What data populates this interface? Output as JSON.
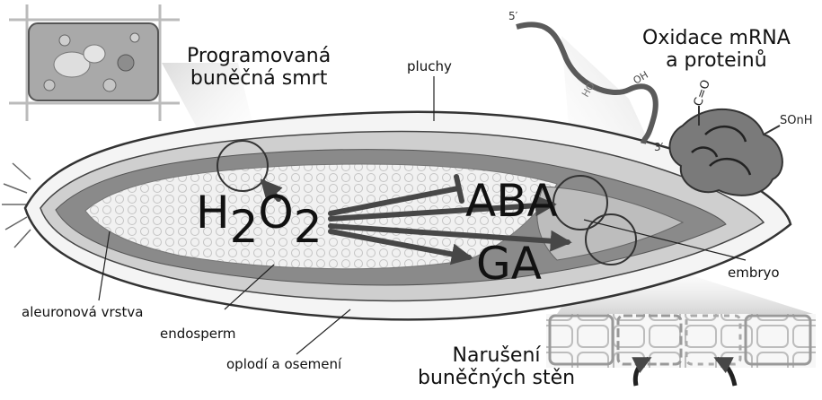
{
  "labels": {
    "programmed_death_line1": "Programovaná",
    "programmed_death_line2": "buněčná smrt",
    "husk": "pluchy",
    "oxidation_line1": "Oxidace mRNA",
    "oxidation_line2": "a proteinů",
    "aleurone": "aleuronová vrstva",
    "endosperm": "endosperm",
    "pericarp": "oplodí a osemení",
    "embryo": "embryo",
    "wall_disruption_line1": "Narušení",
    "wall_disruption_line2": "buněčných stěn",
    "aba": "ABA",
    "ga": "GA"
  },
  "h2o2": {
    "h1": "H",
    "sub1": "2",
    "o": "O",
    "sub2": "2"
  },
  "molecule": {
    "five_prime": "5′",
    "three_prime": "3′",
    "ho": "HO",
    "oh": "OH",
    "carbonyl": "C=O",
    "sulfonyl": "SOnH"
  },
  "colors": {
    "arrow": "#474747",
    "seed_outer": "#cfcfcf",
    "aleurone_band": "#8a8a8a",
    "endosperm_fill": "#ececec"
  }
}
